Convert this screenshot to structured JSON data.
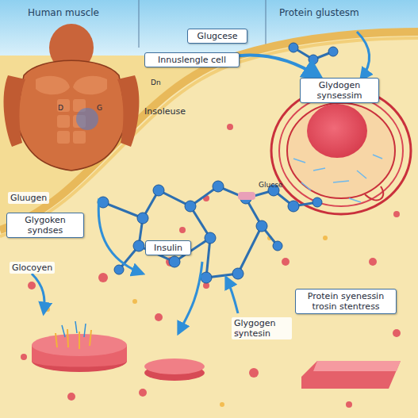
{
  "diagram": {
    "nodes": [
      {
        "text": [
          "Glugcese"
        ]
      },
      {
        "text": [
          "Innuslengle cell"
        ]
      },
      {
        "text": [
          "Glydogen synsessim"
        ]
      },
      {
        "text": [
          "Glygoken syndses"
        ]
      },
      {
        "text": [
          "Insulin"
        ]
      },
      {
        "text": [
          "Protein syenessin trosin stentress"
        ]
      }
    ],
    "edges": [
      {
        "from": 1,
        "to": 2,
        "arrow": "to"
      }
    ],
    "labels": [
      "Human muscle",
      "Protein glustesm",
      "Dn",
      "Insoleuse",
      "Gluugen",
      "Glocoyen",
      "Glucse",
      "Glygogen syntesin",
      "D",
      "G"
    ]
  }
}
